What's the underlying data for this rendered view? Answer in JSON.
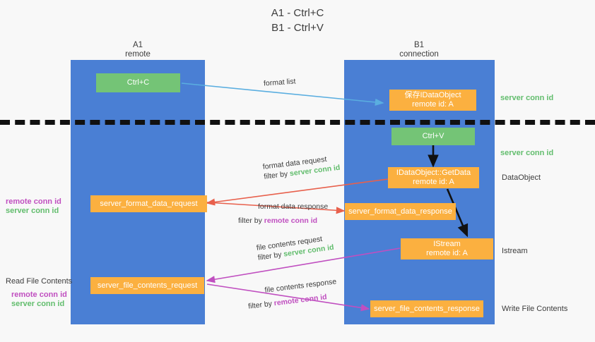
{
  "title": "A1 - Ctrl+C\nB1 - Ctrl+V",
  "lanes": [
    {
      "name": "A1",
      "sub": "remote",
      "header": "A1\nremote"
    },
    {
      "name": "B1",
      "sub": "connection",
      "header": "B1\nconnection"
    }
  ],
  "colors": {
    "lane": "#4a7fd4",
    "green_box": "#74c476",
    "orange_box": "#fbb040",
    "server_conn_id": "#62bd6d",
    "remote_conn_id": "#c04fc0",
    "arrow_blue": "#5aaee0",
    "arrow_red": "#e8604c",
    "arrow_magenta": "#c04fc0",
    "arrow_black": "#111111",
    "background": "#f8f8f8",
    "text": "#3c3c3c"
  },
  "boxes": {
    "ctrl_c": {
      "label": "Ctrl+C"
    },
    "ctrl_v": {
      "label": "Ctrl+V"
    },
    "idataobject": {
      "line1": "保存IDataObject",
      "line2": "remote id: A"
    },
    "getdata": {
      "line1": "IDataObject::GetData",
      "line2": "remote id: A"
    },
    "istream": {
      "line1": "IStream",
      "line2": "remote id: A"
    },
    "format_data_request": {
      "label": "server_format_data_request"
    },
    "format_data_response": {
      "label": "server_format_data_response"
    },
    "file_contents_request": {
      "label": "server_file_contents_request"
    },
    "file_contents_response": {
      "label": "server_file_contents_response"
    }
  },
  "arrow_labels": {
    "format_list": {
      "text": "format list"
    },
    "format_data_request": {
      "line1": "format data request",
      "line2_prefix": "filter by ",
      "line2_key": "server conn id"
    },
    "format_data_response": {
      "line1": "format data response",
      "line2_prefix": "filter by ",
      "line2_key": "remote conn id"
    },
    "file_contents_request": {
      "line1": "file contents request",
      "line2_prefix": "filter by ",
      "line2_key": "server conn id"
    },
    "file_contents_response": {
      "line1": "file contents response",
      "line2_prefix": "filter by ",
      "line2_key": "remote conn id"
    }
  },
  "left_labels": {
    "conn_ids_upper": {
      "remote": "remote conn id",
      "server": "server conn id"
    },
    "read_file_contents": "Read File Contents",
    "conn_ids_lower": {
      "remote": "remote conn id",
      "server": "server conn id"
    }
  },
  "right_labels": {
    "server_conn_id_top": "server conn id",
    "server_conn_id_mid": "server conn id",
    "dataobject": "DataObject",
    "istream": "Istream",
    "write_file_contents": "Write File Contents"
  }
}
